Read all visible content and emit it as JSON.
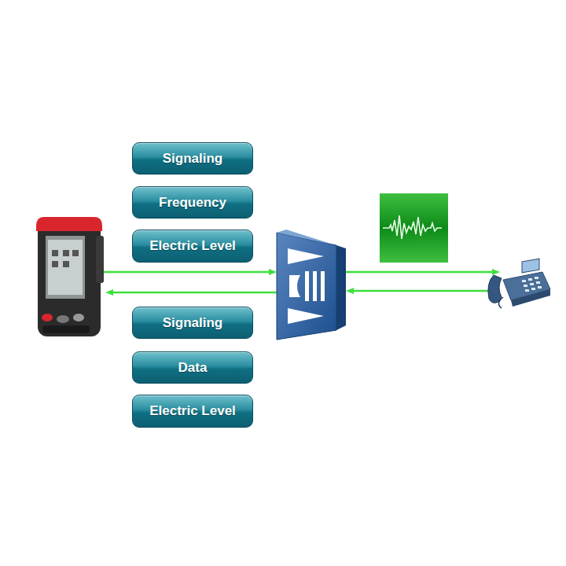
{
  "diagram": {
    "nodes": [
      {
        "text": [
          "Signaling"
        ]
      },
      {
        "text": [
          "Frequency"
        ]
      },
      {
        "text": [
          "Electric Level"
        ]
      },
      {
        "text": [
          "Signaling"
        ]
      },
      {
        "text": [
          "Data"
        ]
      },
      {
        "text": [
          "Electric Level"
        ]
      }
    ]
  }
}
